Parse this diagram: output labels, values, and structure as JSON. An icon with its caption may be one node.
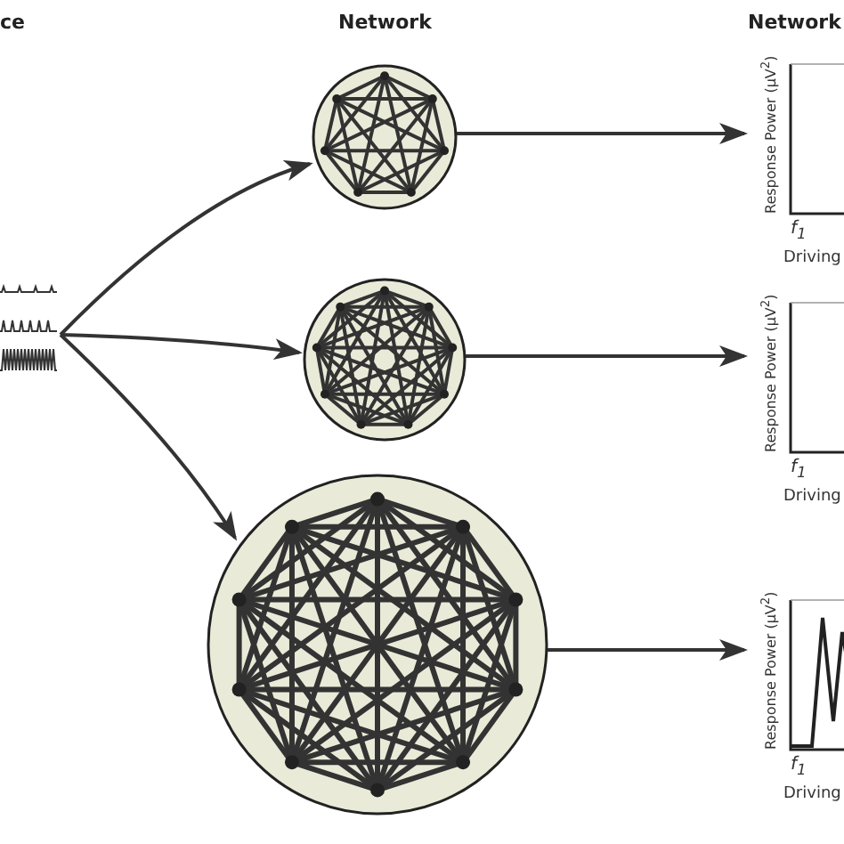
{
  "diagram": {
    "nodes": [
      {
        "text": [],
        "shape": "picture"
      },
      {
        "text": [],
        "shape": "circle"
      },
      {
        "text": [],
        "shape": "circle"
      },
      {
        "text": [],
        "shape": "circle"
      },
      {
        "text": [
          "Response Power (μV$^{2}$)",
          "f$_{1}$",
          "Driving"
        ]
      },
      {
        "text": [
          "Response Power (μV$^{2}$)",
          "f$_{1}$",
          "Driving"
        ]
      },
      {
        "text": [
          "Response Power (μV$^{2}$)",
          "f$_{1}$",
          "Driving"
        ]
      }
    ],
    "edges": [
      {
        "from": 0,
        "to": 1,
        "arrow": "to"
      },
      {
        "from": 0,
        "to": 2,
        "arrow": "to"
      },
      {
        "from": 0,
        "to": 3,
        "arrow": "to"
      },
      {
        "from": 1,
        "to": 4,
        "arrow": "to"
      },
      {
        "from": 2,
        "to": 5,
        "arrow": "to"
      },
      {
        "from": 3,
        "to": 6,
        "arrow": "to"
      }
    ],
    "labels": [
      "ce",
      "Network",
      "Network"
    ]
  }
}
